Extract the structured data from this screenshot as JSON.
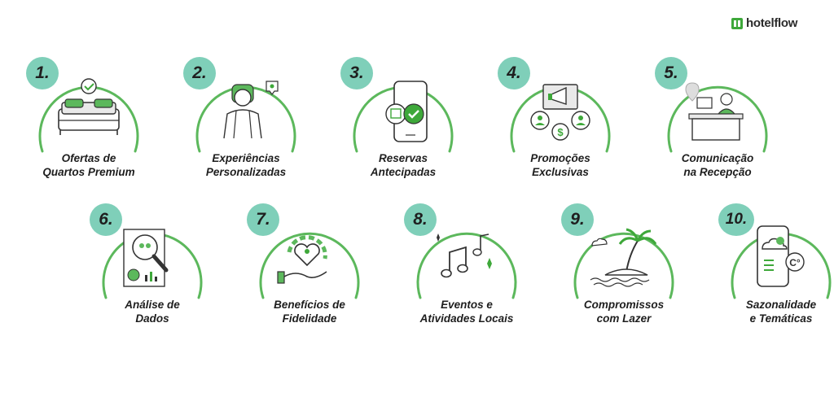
{
  "brand": {
    "name": "hotelflow"
  },
  "colors": {
    "accent_green": "#3ea83a",
    "badge_teal": "#7fcfb9",
    "ink": "#1e1e1e"
  },
  "items": [
    {
      "number": "1.",
      "line1": "Ofertas de",
      "line2": "Quartos Premium",
      "icon": "bed-icon"
    },
    {
      "number": "2.",
      "line1": "Experiências",
      "line2": "Personalizadas",
      "icon": "traveler-icon"
    },
    {
      "number": "3.",
      "line1": "Reservas",
      "line2": "Antecipadas",
      "icon": "phone-booking-icon"
    },
    {
      "number": "4.",
      "line1": "Promoções",
      "line2": "Exclusivas",
      "icon": "megaphone-icon"
    },
    {
      "number": "5.",
      "line1": "Comunicação",
      "line2": "na Recepção",
      "icon": "reception-desk-icon"
    },
    {
      "number": "6.",
      "line1": "Análise de",
      "line2": "Dados",
      "icon": "data-analysis-icon"
    },
    {
      "number": "7.",
      "line1": "Benefícios de",
      "line2": "Fidelidade",
      "icon": "loyalty-heart-icon"
    },
    {
      "number": "8.",
      "line1": "Eventos e",
      "line2": "Atividades Locais",
      "icon": "music-notes-icon"
    },
    {
      "number": "9.",
      "line1": "Compromissos",
      "line2": "com Lazer",
      "icon": "palm-island-icon"
    },
    {
      "number": "10.",
      "line1": "Sazonalidade",
      "line2": "e Temáticas",
      "icon": "weather-app-icon"
    }
  ]
}
